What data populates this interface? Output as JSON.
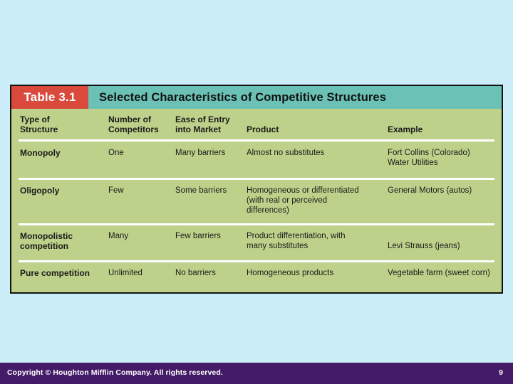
{
  "slide": {
    "background_color": "#CCEEF8"
  },
  "table": {
    "number_label": "Table 3.1",
    "title": "Selected Characteristics of Competitive Structures",
    "badge_color": "#D94A3D",
    "title_bar_color": "#6BC1B5",
    "body_color": "#BED18A",
    "border_color": "#111111",
    "divider_color": "#FFFFFF",
    "columns": [
      "Type of\nStructure",
      "Number of\nCompetitors",
      "Ease of Entry\ninto Market",
      "Product",
      "Example"
    ],
    "rows": [
      {
        "structure": "Monopoly",
        "competitors": "One",
        "ease_of_entry": "Many barriers",
        "product": "Almost no substitutes",
        "example": "Fort Collins (Colorado)\n  Water Utilities"
      },
      {
        "structure": "Oligopoly",
        "competitors": "Few",
        "ease_of_entry": "Some barriers",
        "product": "Homogeneous or differentiated\n  (with real or perceived\n  differences)",
        "example": "General Motors (autos)"
      },
      {
        "structure": "Monopolistic\n  competition",
        "competitors": "Many",
        "ease_of_entry": "Few barriers",
        "product": "Product differentiation, with\n  many substitutes",
        "example": "Levi Strauss (jeans)"
      },
      {
        "structure": "Pure competition",
        "competitors": "Unlimited",
        "ease_of_entry": "No barriers",
        "product": "Homogeneous products",
        "example": "Vegetable farm (sweet corn)"
      }
    ]
  },
  "footer": {
    "copyright": "Copyright © Houghton Mifflin Company. All rights reserved.",
    "page_number": "9",
    "bar_color": "#441B66"
  }
}
